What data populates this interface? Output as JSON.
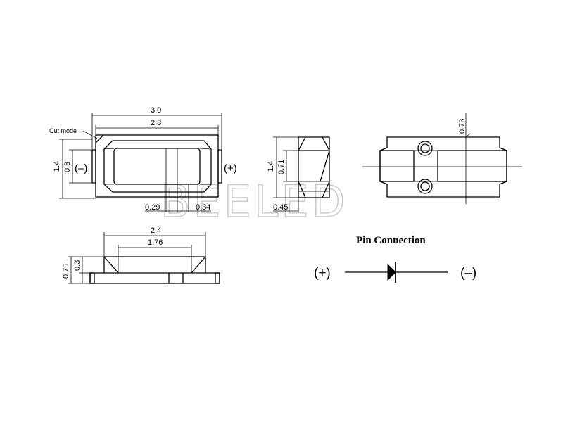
{
  "watermark": "BEELED",
  "top_view": {
    "dim_total_width": "3.0",
    "dim_inner_width": "2.8",
    "label_cut_mode": "Cut mode",
    "dim_height": "1.4",
    "dim_inner_height": "0.8",
    "polarity_left": "(–)",
    "polarity_right": "(+)",
    "dim_pad_a": "0.29",
    "dim_pad_b": "0.34"
  },
  "side_view": {
    "dim_height": "1.4",
    "dim_inner": "0.71",
    "dim_bottom": "0.45"
  },
  "front_view": {
    "dim_top_width": "2.4",
    "dim_inner_width": "1.76",
    "dim_height": "0.75",
    "dim_base": "0.3"
  },
  "bottom_view": {
    "dim_offset": "0.73"
  },
  "pin_connection": {
    "title": "Pin Connection",
    "anode": "(+)",
    "cathode": "(–)"
  }
}
